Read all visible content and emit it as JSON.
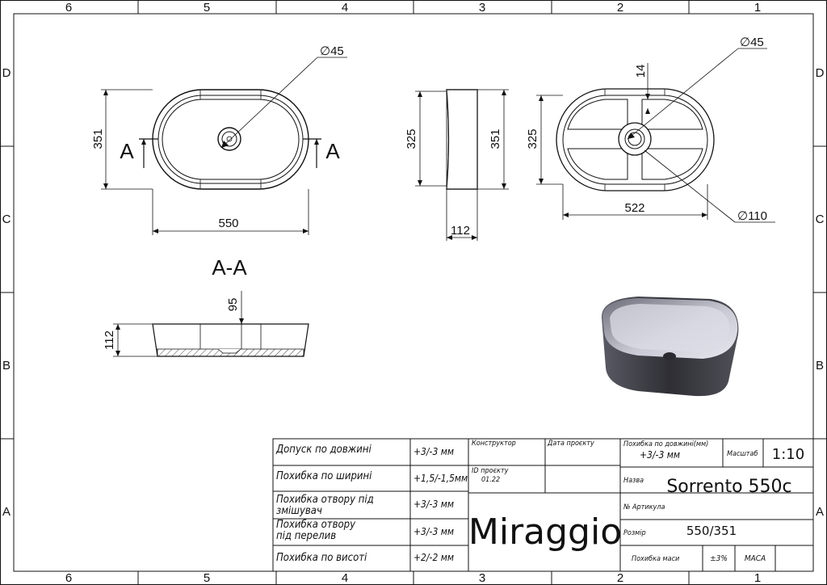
{
  "frame": {
    "columns": [
      "6",
      "5",
      "4",
      "3",
      "2",
      "1"
    ],
    "rows": [
      "D",
      "C",
      "B",
      "A"
    ]
  },
  "views": {
    "top": {
      "dia_drain": "∅45",
      "height": "351",
      "width": "550",
      "section_left": "A",
      "section_right": "A"
    },
    "side": {
      "height_inner": "325",
      "height_outer": "351",
      "depth": "112"
    },
    "bottom": {
      "dia_drain": "∅45",
      "rib": "14",
      "height": "325",
      "width": "522",
      "dia_foot": "∅110"
    },
    "section": {
      "title": "A-A",
      "height": "112",
      "inner_depth": "95"
    }
  },
  "title_block": {
    "tolerances": [
      {
        "label": "Допуск по довжині",
        "value": "+3/-3 мм"
      },
      {
        "label": "Похибка по ширині",
        "value": "+1,5/-1,5мм"
      },
      {
        "label": "Похибка отвору під\nзмішувач",
        "value": "+3/-3 мм"
      },
      {
        "label": "Похибка отвору\nпід перелив",
        "value": "+3/-3 мм"
      },
      {
        "label": "Похибка по висоті",
        "value": "+2/-2 мм"
      }
    ],
    "designer_label": "Конструктор",
    "date_label": "Дата проєкту",
    "project_id_label": "ID проєкту",
    "project_id": "01.22",
    "brand": "Miraggio",
    "length_tol_label": "Похибка по довжині(мм)",
    "length_tol": "+3/-3 мм",
    "scale_label": "Масштаб",
    "scale": "1:10",
    "name_label": "Назва",
    "name": "Sorrento 550c",
    "article_label": "№ Артикула",
    "size_label": "Розмір",
    "size": "550/351",
    "mass_tol_label": "Похибка маси",
    "mass_tol": "±3%",
    "mass_label": "МАСА"
  },
  "colors": {
    "basin_dark": "#3a3a40",
    "basin_light": "#c8c8d2",
    "line": "#111111"
  }
}
